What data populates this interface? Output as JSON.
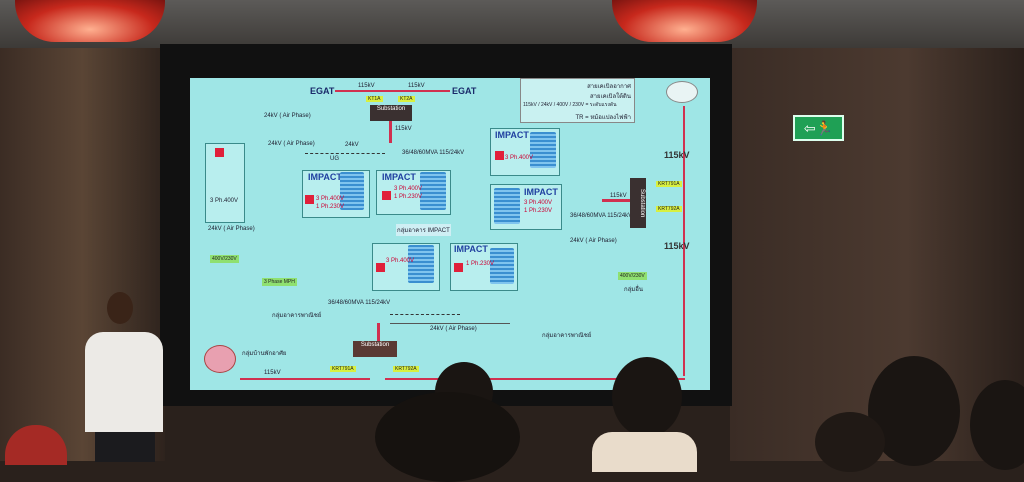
{
  "slide": {
    "egat_left": "EGAT",
    "egat_right": "EGAT",
    "top_115kv_left": "115kV",
    "top_115kv_right": "115kV",
    "substation_top": "Substation",
    "tag_top_left": "KT1A",
    "tag_top_right": "KT2A",
    "feed_115kv": "115kV",
    "air_phase_1": "24kV ( Air Phase)",
    "air_phase_2": "24kV ( Air Phase)",
    "air_phase_3": "24kV ( Air Phase)",
    "air_phase_4": "24kV ( Air Phase)",
    "ug": "UG",
    "kv24": "24kV",
    "transformer_main": "36/48/60MVA 115/24kV",
    "transformer_right": "36/48/60MVA 115/24kV",
    "transformer_bottom": "36/48/60MVA 115/24kV",
    "impact": "IMPACT",
    "phase_400": "3 Ph.400V",
    "phase_230": "1 Ph.230V",
    "tr": "TR",
    "group_impact": "กลุ่มอาคาร IMPACT",
    "right_115kv_1": "115kV",
    "right_115kv_2": "115kV",
    "krt791a_right": "KRT791A",
    "krt792a_right": "KRT792A",
    "substation_right": "Substation",
    "v400_230_left": "400V/230V",
    "v400_230_right": "400V/230V",
    "group_other": "กลุ่มอื่น",
    "phase_meter": "3 Phase MPH",
    "group_commercial": "กลุ่มอาคารพาณิชย์",
    "group_residential": "กลุ่มบ้านพักอาศัย",
    "substation_bottom": "Substation",
    "bottom_115kv": "115kV",
    "krt791a": "KRT791A",
    "krt792a": "KRT792A",
    "legend": [
      "สายเคเบิลอากาศ",
      "สายเคเบิลใต้ดิน",
      "115kV / 24kV / 400V / 230V = ระดับแรงดัน",
      "TR = หม้อแปลงไฟฟ้า"
    ]
  },
  "exit_sign": "⇦🏃"
}
